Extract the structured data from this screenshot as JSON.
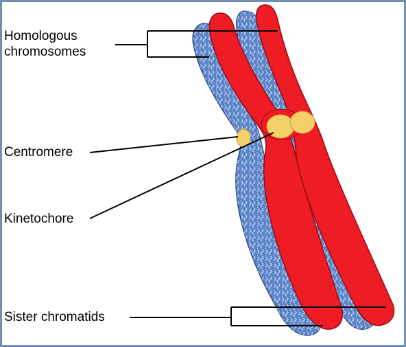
{
  "labels": {
    "homologous_line1": "Homologous",
    "homologous_line2": "chromosomes",
    "centromere": "Centromere",
    "kinetochore": "Kinetochore",
    "sister_chromatids": "Sister chromatids"
  },
  "colors": {
    "frame": "#6f8fb4",
    "chromosome_blue": "#5b84c8",
    "chromosome_blue_outline": "#27468a",
    "chromosome_red": "#ee1c25",
    "chromosome_red_outline": "#9a0a10",
    "dna_texture": "#e6eefc",
    "centromere_yellow": "#f4cf6a",
    "leader_line": "#000000"
  }
}
